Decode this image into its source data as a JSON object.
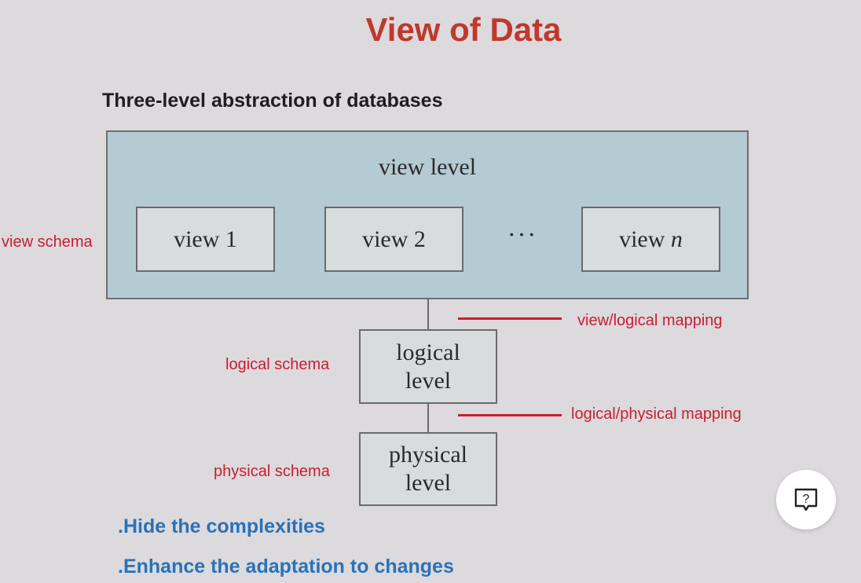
{
  "title": "View of Data",
  "subtitle": "Three-level abstraction of databases",
  "diagram": {
    "view_level_label": "view level",
    "views": [
      "view 1",
      "view 2",
      "view n"
    ],
    "ellipsis": "···",
    "logical_level": [
      "logical",
      "level"
    ],
    "physical_level": [
      "physical",
      "level"
    ]
  },
  "annotations": {
    "view_schema": "view schema",
    "logical_schema": "logical schema",
    "physical_schema": "physical schema",
    "view_logical_mapping": "view/logical mapping",
    "logical_physical_mapping": "logical/physical mapping"
  },
  "bullets": [
    ".Hide the complexities",
    ".Enhance the adaptation to changes"
  ],
  "help_button": {
    "icon": "help-question-icon"
  },
  "colors": {
    "title": "#c0392b",
    "annotation": "#c81e32",
    "bullet": "#2a72b8",
    "view_level_fill": "#b4cbd3"
  }
}
